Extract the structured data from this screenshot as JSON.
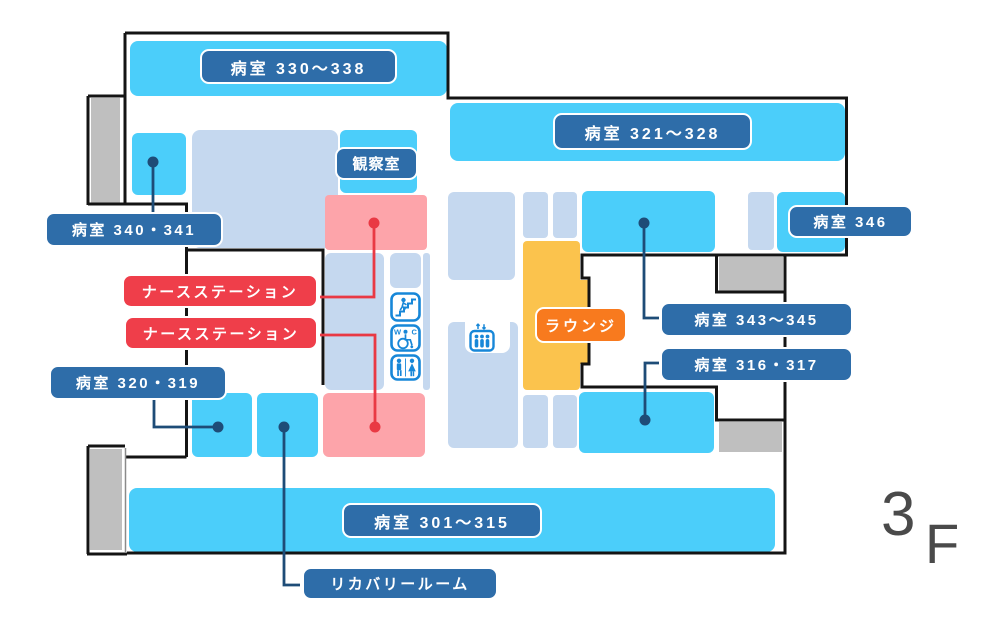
{
  "title": "3F hospital floor map",
  "floor_indicator": {
    "number": "3",
    "letter": "F"
  },
  "labels": {
    "rooms_330_338": "病室 330～338",
    "rooms_321_328": "病室 321～328",
    "rooms_340_341": "病室 340・341",
    "room_346": "病室 346",
    "rooms_343_345": "病室 343～345",
    "rooms_316_317": "病室 316・317",
    "rooms_320_319": "病室 320・319",
    "rooms_301_315": "病室 301～315",
    "observation_room": "観察室",
    "nurse_station": "ナースステーション",
    "lounge": "ラウンジ",
    "recovery_room": "リカバリールーム"
  },
  "icons": {
    "stairs": "stairs-icon",
    "accessible_wc": "accessible-wc-icon",
    "restrooms": "restrooms-icon",
    "elevator": "elevator-icon",
    "wc_letters": {
      "w": "W",
      "c": "C"
    }
  },
  "colors": {
    "cyan": "#4BCEFA",
    "light_blue": "#C5D8EF",
    "pink": "#FDA4AA",
    "nurse_red": "#EF3E4A",
    "label_blue": "#2E6DA9",
    "navy": "#1E4C77",
    "red_line": "#E93944",
    "yellow": "#FBC34D",
    "orange": "#F87A1E",
    "gray": "#BFBFBF",
    "outline": "#141414",
    "floor_text": "#4A4A4A",
    "icon_blue": "#1787D8"
  }
}
